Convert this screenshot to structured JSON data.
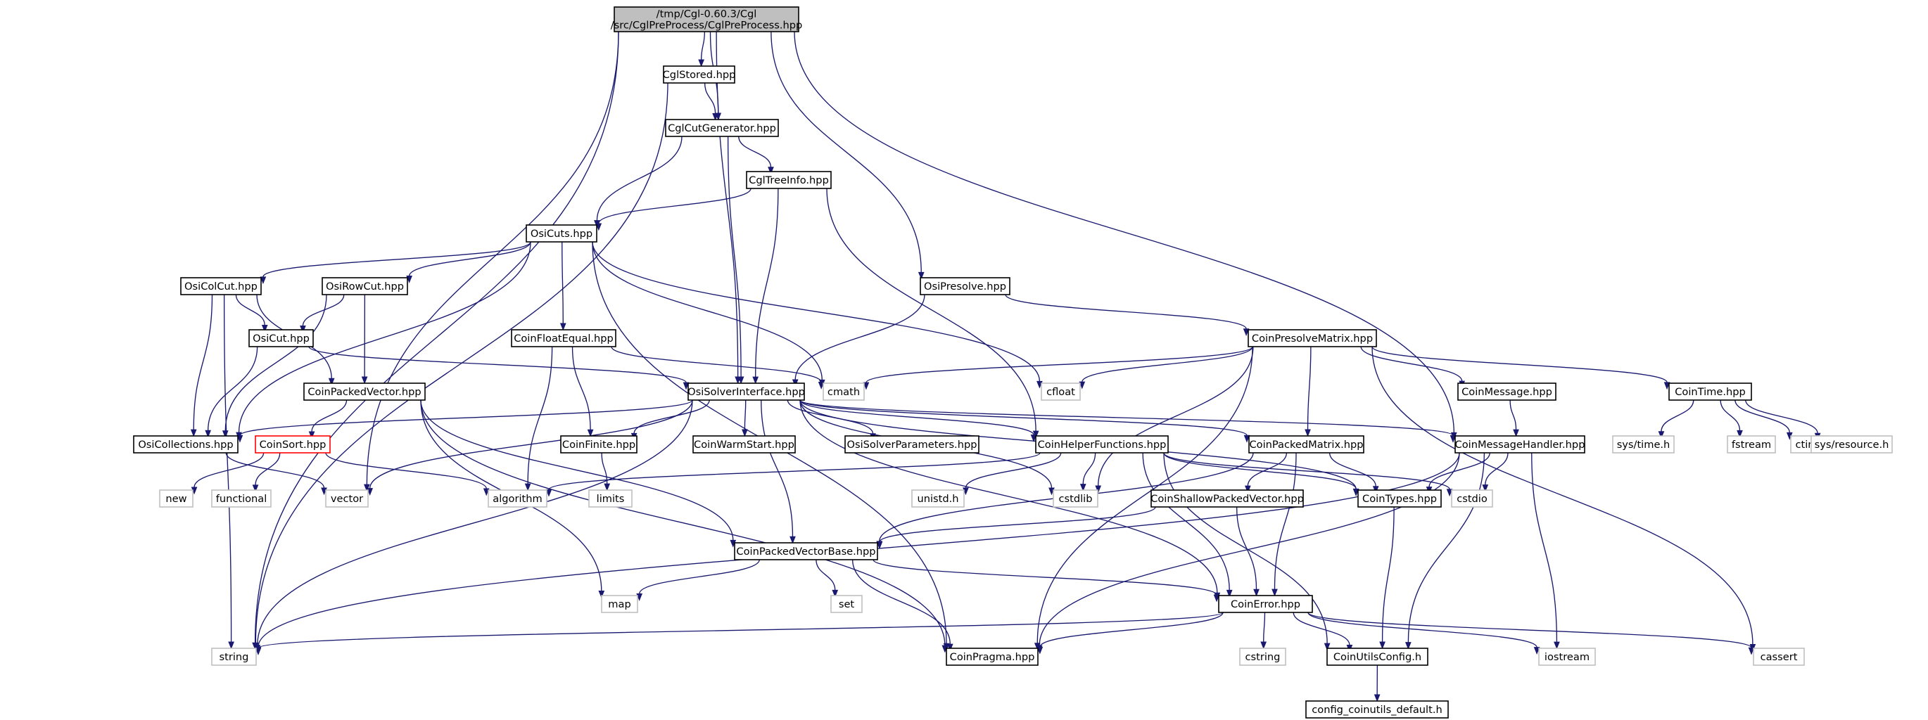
{
  "graph": {
    "type": "include-dependency-graph",
    "edge_color": "#191970",
    "nodes": [
      {
        "id": "root",
        "label": [
          "/tmp/Cgl-0.60.3/Cgl",
          "/src/CglPreProcess/CglPreProcess.hpp"
        ],
        "style": "root"
      },
      {
        "id": "cglstored",
        "label": [
          "CglStored.hpp"
        ],
        "style": "normal"
      },
      {
        "id": "cglcutgen",
        "label": [
          "CglCutGenerator.hpp"
        ],
        "style": "normal"
      },
      {
        "id": "cgltreeinfo",
        "label": [
          "CglTreeInfo.hpp"
        ],
        "style": "normal"
      },
      {
        "id": "osicuts",
        "label": [
          "OsiCuts.hpp"
        ],
        "style": "normal"
      },
      {
        "id": "osicolcut",
        "label": [
          "OsiColCut.hpp"
        ],
        "style": "normal"
      },
      {
        "id": "osirowcut",
        "label": [
          "OsiRowCut.hpp"
        ],
        "style": "normal"
      },
      {
        "id": "osicut",
        "label": [
          "OsiCut.hpp"
        ],
        "style": "normal"
      },
      {
        "id": "coinfloatequal",
        "label": [
          "CoinFloatEqual.hpp"
        ],
        "style": "normal"
      },
      {
        "id": "coinpackedvector",
        "label": [
          "CoinPackedVector.hpp"
        ],
        "style": "normal"
      },
      {
        "id": "osipresolve",
        "label": [
          "OsiPresolve.hpp"
        ],
        "style": "normal"
      },
      {
        "id": "coinpresolvematrix",
        "label": [
          "CoinPresolveMatrix.hpp"
        ],
        "style": "normal"
      },
      {
        "id": "osisolverinterface",
        "label": [
          "OsiSolverInterface.hpp"
        ],
        "style": "normal"
      },
      {
        "id": "cmath",
        "label": [
          "cmath"
        ],
        "style": "system"
      },
      {
        "id": "cfloat",
        "label": [
          "cfloat"
        ],
        "style": "system"
      },
      {
        "id": "coinmessage",
        "label": [
          "CoinMessage.hpp"
        ],
        "style": "normal"
      },
      {
        "id": "cointime",
        "label": [
          "CoinTime.hpp"
        ],
        "style": "normal"
      },
      {
        "id": "osicollections",
        "label": [
          "OsiCollections.hpp"
        ],
        "style": "normal"
      },
      {
        "id": "coinsort",
        "label": [
          "CoinSort.hpp"
        ],
        "style": "truncated"
      },
      {
        "id": "coinfinite",
        "label": [
          "CoinFinite.hpp"
        ],
        "style": "normal"
      },
      {
        "id": "coinwarmstart",
        "label": [
          "CoinWarmStart.hpp"
        ],
        "style": "normal"
      },
      {
        "id": "osisolverparams",
        "label": [
          "OsiSolverParameters.hpp"
        ],
        "style": "normal"
      },
      {
        "id": "coinhelper",
        "label": [
          "CoinHelperFunctions.hpp"
        ],
        "style": "normal"
      },
      {
        "id": "coinpackedmatrix",
        "label": [
          "CoinPackedMatrix.hpp"
        ],
        "style": "normal"
      },
      {
        "id": "coinmsghandler",
        "label": [
          "CoinMessageHandler.hpp"
        ],
        "style": "normal"
      },
      {
        "id": "systime",
        "label": [
          "sys/time.h"
        ],
        "style": "system"
      },
      {
        "id": "fstream",
        "label": [
          "fstream"
        ],
        "style": "system"
      },
      {
        "id": "ctime",
        "label": [
          "ctime"
        ],
        "style": "system"
      },
      {
        "id": "sysresource",
        "label": [
          "sys/resource.h"
        ],
        "style": "system"
      },
      {
        "id": "new",
        "label": [
          "new"
        ],
        "style": "system"
      },
      {
        "id": "functional",
        "label": [
          "functional"
        ],
        "style": "system"
      },
      {
        "id": "vector",
        "label": [
          "vector"
        ],
        "style": "system"
      },
      {
        "id": "algorithm",
        "label": [
          "algorithm"
        ],
        "style": "system"
      },
      {
        "id": "limits",
        "label": [
          "limits"
        ],
        "style": "system"
      },
      {
        "id": "unistd",
        "label": [
          "unistd.h"
        ],
        "style": "system"
      },
      {
        "id": "cstdlib",
        "label": [
          "cstdlib"
        ],
        "style": "system"
      },
      {
        "id": "coinshallow",
        "label": [
          "CoinShallowPackedVector.hpp"
        ],
        "style": "normal"
      },
      {
        "id": "cointypes",
        "label": [
          "CoinTypes.hpp"
        ],
        "style": "normal"
      },
      {
        "id": "cstdio",
        "label": [
          "cstdio"
        ],
        "style": "system"
      },
      {
        "id": "coinpvbase",
        "label": [
          "CoinPackedVectorBase.hpp"
        ],
        "style": "normal"
      },
      {
        "id": "map",
        "label": [
          "map"
        ],
        "style": "system"
      },
      {
        "id": "set",
        "label": [
          "set"
        ],
        "style": "system"
      },
      {
        "id": "coinerror",
        "label": [
          "CoinError.hpp"
        ],
        "style": "normal"
      },
      {
        "id": "string",
        "label": [
          "string"
        ],
        "style": "system"
      },
      {
        "id": "coinpragma",
        "label": [
          "CoinPragma.hpp"
        ],
        "style": "normal"
      },
      {
        "id": "cstring",
        "label": [
          "cstring"
        ],
        "style": "system"
      },
      {
        "id": "coinutilsconfig",
        "label": [
          "CoinUtilsConfig.h"
        ],
        "style": "normal"
      },
      {
        "id": "iostream",
        "label": [
          "iostream"
        ],
        "style": "system"
      },
      {
        "id": "cassert",
        "label": [
          "cassert"
        ],
        "style": "system"
      },
      {
        "id": "configdefault",
        "label": [
          "config_coinutils_default.h"
        ],
        "style": "normal"
      }
    ],
    "edges": [
      [
        "root",
        "cglstored"
      ],
      [
        "root",
        "cglcutgen"
      ],
      [
        "root",
        "osisolverinterface"
      ],
      [
        "root",
        "osipresolve"
      ],
      [
        "root",
        "coinmsghandler"
      ],
      [
        "root",
        "string"
      ],
      [
        "root",
        "vector"
      ],
      [
        "cglstored",
        "cglcutgen"
      ],
      [
        "cglstored",
        "string"
      ],
      [
        "cglcutgen",
        "osicuts"
      ],
      [
        "cglcutgen",
        "osisolverinterface"
      ],
      [
        "cglcutgen",
        "cgltreeinfo"
      ],
      [
        "cgltreeinfo",
        "osicuts"
      ],
      [
        "cgltreeinfo",
        "osisolverinterface"
      ],
      [
        "cgltreeinfo",
        "coinhelper"
      ],
      [
        "osicuts",
        "osicolcut"
      ],
      [
        "osicuts",
        "osirowcut"
      ],
      [
        "osicuts",
        "osicollections"
      ],
      [
        "osicuts",
        "coinfloatequal"
      ],
      [
        "osicuts",
        "cmath"
      ],
      [
        "osicuts",
        "cfloat"
      ],
      [
        "osicuts",
        "coinpragma"
      ],
      [
        "osicolcut",
        "osicut"
      ],
      [
        "osicolcut",
        "coinpackedvector"
      ],
      [
        "osicolcut",
        "osicollections"
      ],
      [
        "osicolcut",
        "string"
      ],
      [
        "osirowcut",
        "osicut"
      ],
      [
        "osirowcut",
        "coinpackedvector"
      ],
      [
        "osirowcut",
        "osicollections"
      ],
      [
        "osicut",
        "osisolverinterface"
      ],
      [
        "osicut",
        "osicollections"
      ],
      [
        "coinfloatequal",
        "coinfinite"
      ],
      [
        "coinfloatequal",
        "algorithm"
      ],
      [
        "coinfloatequal",
        "cmath"
      ],
      [
        "coinpackedvector",
        "coinsort"
      ],
      [
        "coinpackedvector",
        "coinpvbase"
      ],
      [
        "coinpackedvector",
        "map"
      ],
      [
        "coinpackedvector",
        "coinpragma"
      ],
      [
        "osipresolve",
        "coinpresolvematrix"
      ],
      [
        "osipresolve",
        "osisolverinterface"
      ],
      [
        "coinpresolvematrix",
        "coinmessage"
      ],
      [
        "coinpresolvematrix",
        "cointime"
      ],
      [
        "coinpresolvematrix",
        "coinpackedmatrix"
      ],
      [
        "coinpresolvematrix",
        "cmath"
      ],
      [
        "coinpresolvematrix",
        "cfloat"
      ],
      [
        "coinpresolvematrix",
        "cstdlib"
      ],
      [
        "coinpresolvematrix",
        "cassert"
      ],
      [
        "coinpresolvematrix",
        "coinpragma"
      ],
      [
        "osisolverinterface",
        "osicollections"
      ],
      [
        "osisolverinterface",
        "coinfinite"
      ],
      [
        "osisolverinterface",
        "coinwarmstart"
      ],
      [
        "osisolverinterface",
        "osisolverparams"
      ],
      [
        "osisolverinterface",
        "coinhelper"
      ],
      [
        "osisolverinterface",
        "coinpackedmatrix"
      ],
      [
        "osisolverinterface",
        "coinmsghandler"
      ],
      [
        "osisolverinterface",
        "cointypes"
      ],
      [
        "osisolverinterface",
        "coinpvbase"
      ],
      [
        "osisolverinterface",
        "vector"
      ],
      [
        "osisolverinterface",
        "string"
      ],
      [
        "osisolverinterface",
        "cstdlib"
      ],
      [
        "osisolverinterface",
        "coinerror"
      ],
      [
        "coinmessage",
        "coinmsghandler"
      ],
      [
        "cointime",
        "systime"
      ],
      [
        "cointime",
        "fstream"
      ],
      [
        "cointime",
        "ctime"
      ],
      [
        "cointime",
        "sysresource"
      ],
      [
        "osicollections",
        "vector"
      ],
      [
        "coinsort",
        "new"
      ],
      [
        "coinsort",
        "functional"
      ],
      [
        "coinsort",
        "algorithm"
      ],
      [
        "coinfinite",
        "limits"
      ],
      [
        "coinhelper",
        "unistd"
      ],
      [
        "coinhelper",
        "cstdlib"
      ],
      [
        "coinhelper",
        "cstdio"
      ],
      [
        "coinhelper",
        "algorithm"
      ],
      [
        "coinhelper",
        "cointypes"
      ],
      [
        "coinhelper",
        "coinerror"
      ],
      [
        "coinhelper",
        "coinutilsconfig"
      ],
      [
        "coinpackedmatrix",
        "coinshallow"
      ],
      [
        "coinpackedmatrix",
        "cointypes"
      ],
      [
        "coinpackedmatrix",
        "coinerror"
      ],
      [
        "coinpackedmatrix",
        "coinpvbase"
      ],
      [
        "coinmsghandler",
        "cointypes"
      ],
      [
        "coinmsghandler",
        "cstdio"
      ],
      [
        "coinmsghandler",
        "iostream"
      ],
      [
        "coinmsghandler",
        "coinpragma"
      ],
      [
        "coinmsghandler",
        "coinutilsconfig"
      ],
      [
        "coinmsghandler",
        "string"
      ],
      [
        "coinshallow",
        "coinpvbase"
      ],
      [
        "coinshallow",
        "coinerror"
      ],
      [
        "cointypes",
        "coinutilsconfig"
      ],
      [
        "coinpvbase",
        "map"
      ],
      [
        "coinpvbase",
        "set"
      ],
      [
        "coinpvbase",
        "coinerror"
      ],
      [
        "coinpvbase",
        "coinpragma"
      ],
      [
        "coinerror",
        "string"
      ],
      [
        "coinerror",
        "iostream"
      ],
      [
        "coinerror",
        "cassert"
      ],
      [
        "coinerror",
        "cstring"
      ],
      [
        "coinerror",
        "coinutilsconfig"
      ],
      [
        "coinerror",
        "coinpragma"
      ],
      [
        "coinutilsconfig",
        "configdefault"
      ]
    ]
  }
}
